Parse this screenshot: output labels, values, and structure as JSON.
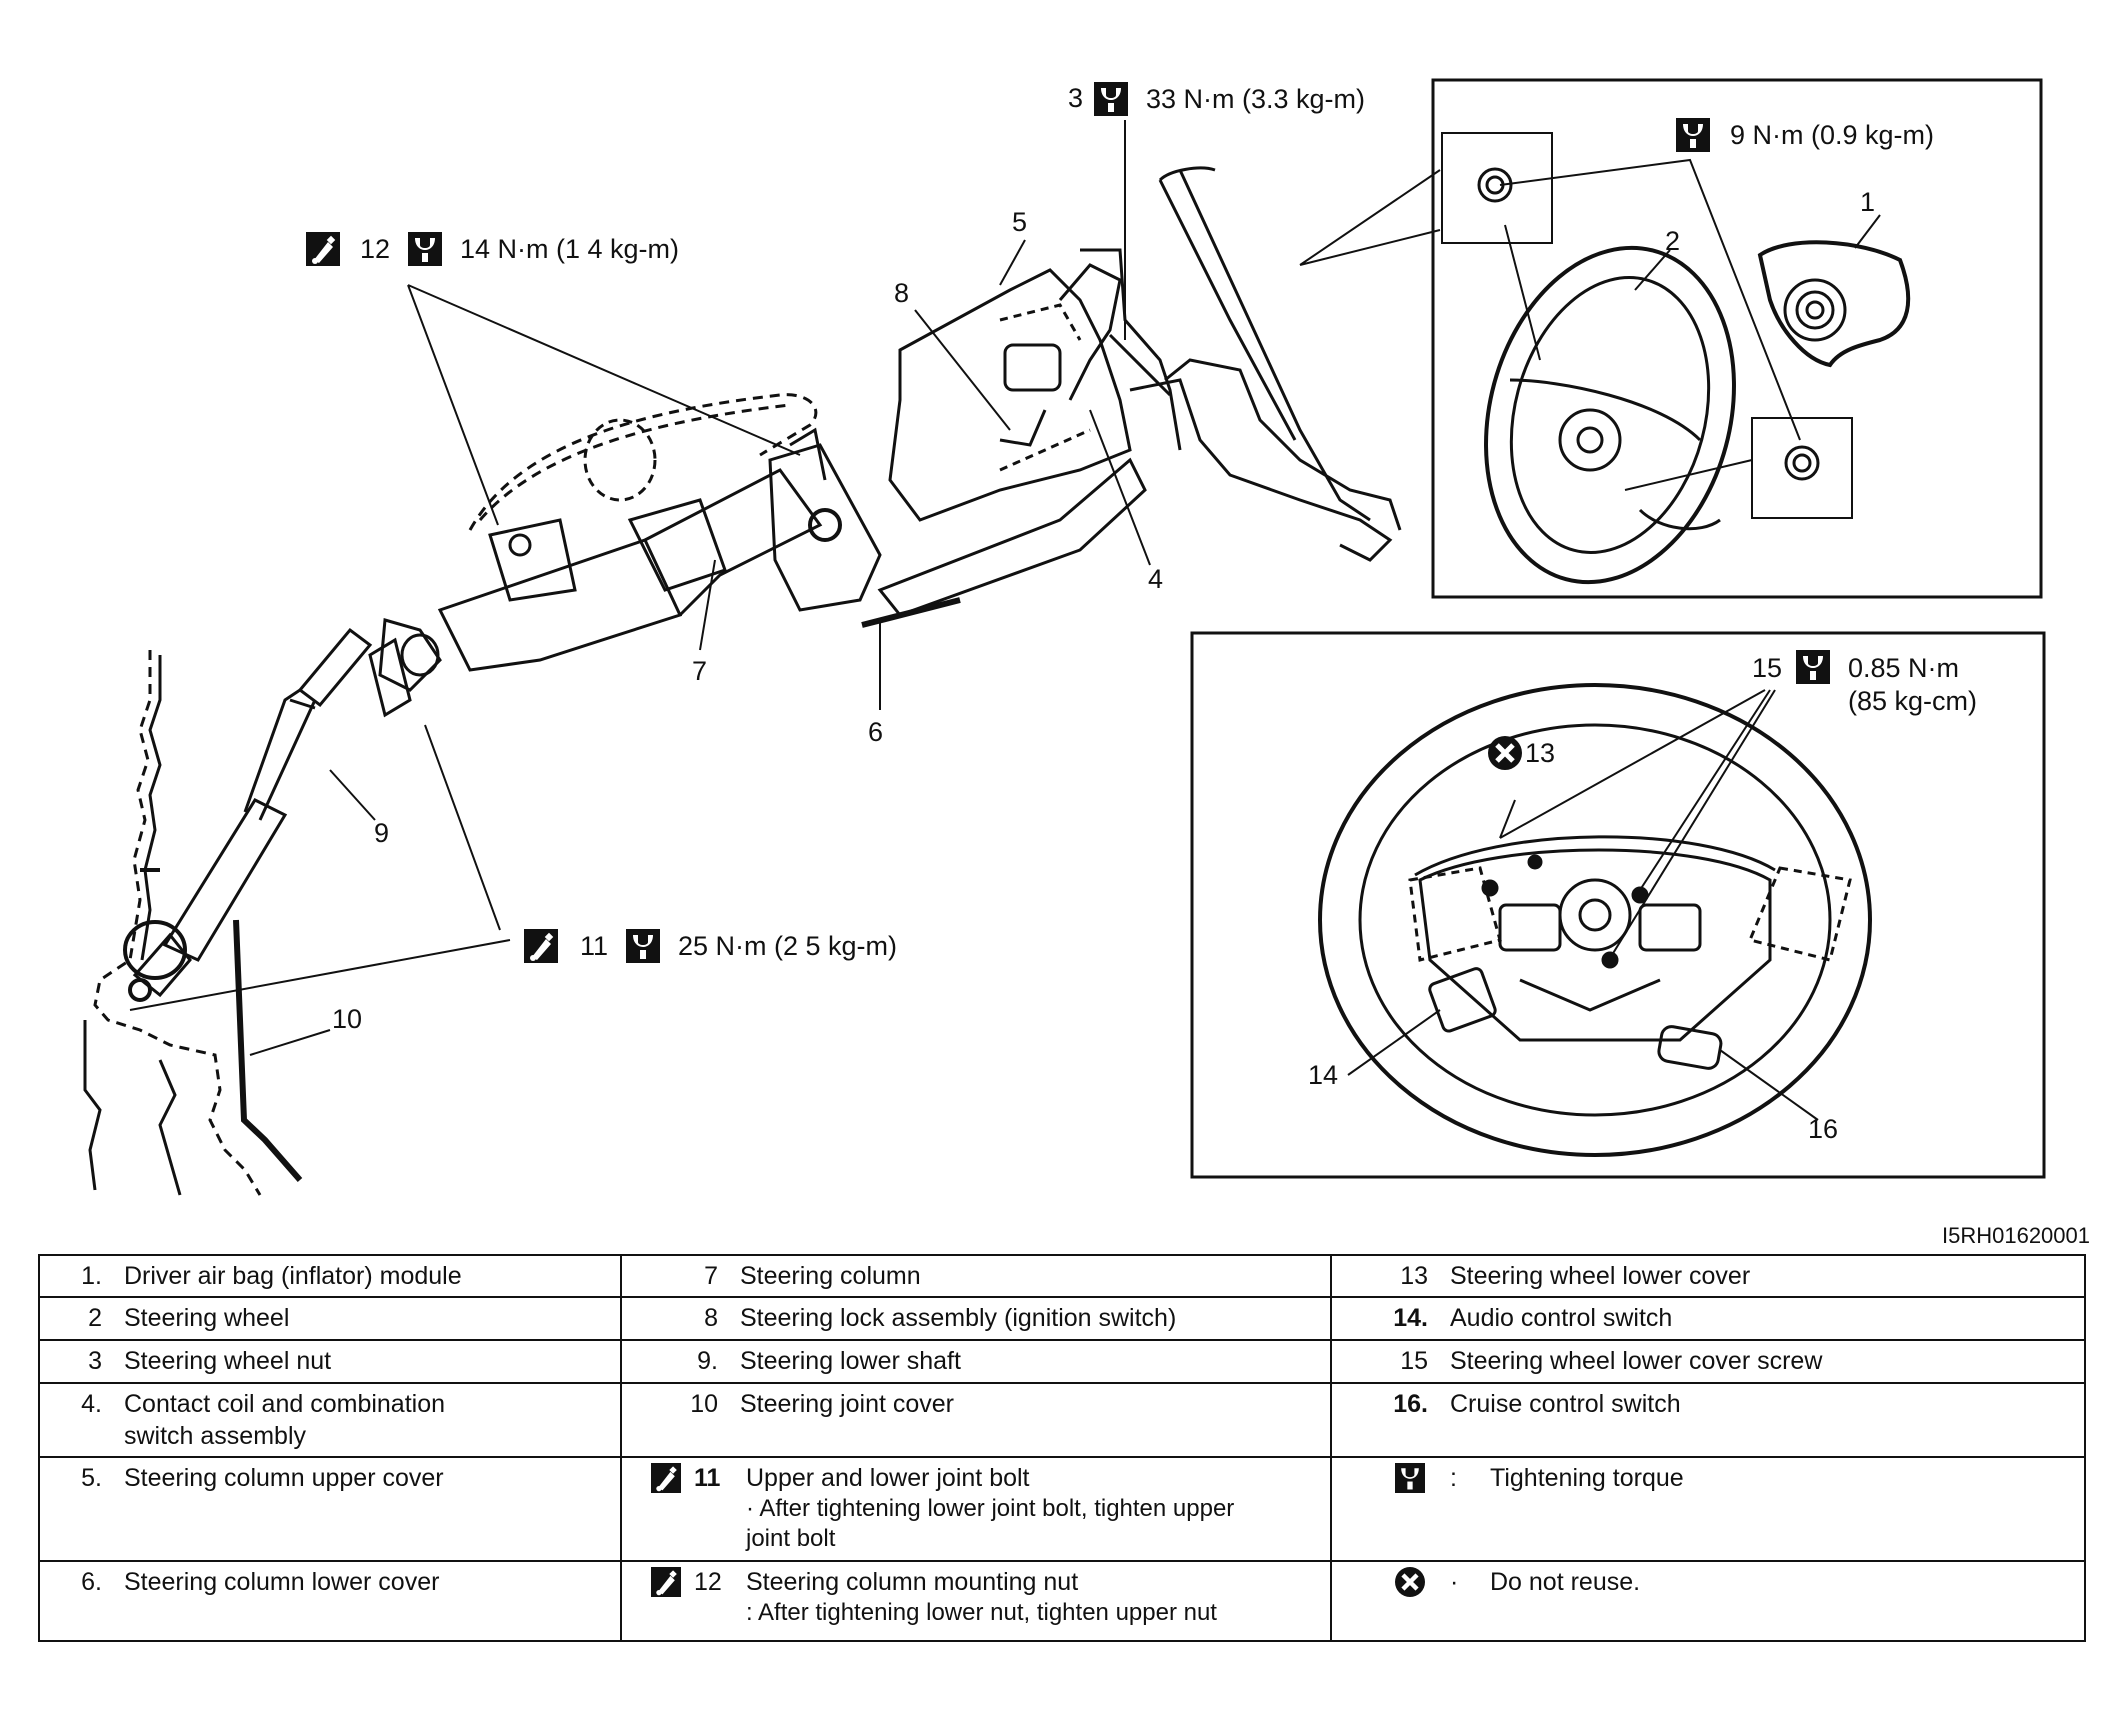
{
  "figure_id": "I5RH01620001",
  "callouts": {
    "c1": "1",
    "c2": "2",
    "c3": "3",
    "c4": "4",
    "c5": "5",
    "c6": "6",
    "c7": "7",
    "c8": "8",
    "c9": "9",
    "c10": "10",
    "c11": "11",
    "c12": "12",
    "c13": "13",
    "c14": "14",
    "c15": "15",
    "c16": "16"
  },
  "torques": {
    "nut3": "33 N·m (3.3 kg-m)",
    "bolt12": "14 N·m (1 4 kg-m)",
    "bolt11": "25 N·m (2 5 kg-m)",
    "airbag": "9 N·m (0.9 kg-m)",
    "screw15_line1": "0.85 N·m",
    "screw15_line2": "(85 kg-cm)"
  },
  "icons": {
    "torque": "torque-wrench-icon",
    "reuse": "do-not-reuse-icon",
    "apply": "apply-thread-lock-icon"
  },
  "legend": {
    "col1": [
      {
        "num": "1.",
        "text": "Driver air bag (inflator) module"
      },
      {
        "num": "2",
        "text": "Steering wheel"
      },
      {
        "num": "3",
        "text": "Steering wheel nut"
      },
      {
        "num": "4.",
        "text": "Contact coil and combination",
        "text2": "switch assembly"
      },
      {
        "num": "5.",
        "text": "Steering column upper cover"
      },
      {
        "num": "6.",
        "text": "Steering column lower cover"
      }
    ],
    "col2": [
      {
        "num": "7",
        "text": "Steering column"
      },
      {
        "num": "8",
        "text": "Steering lock assembly (ignition switch)"
      },
      {
        "num": "9.",
        "text": "Steering lower shaft"
      },
      {
        "num": "10",
        "text": "Steering joint cover"
      },
      {
        "num": "11",
        "text": "Upper and lower joint bolt",
        "note": "· After tightening lower joint bolt, tighten upper",
        "note2": "joint bolt"
      },
      {
        "num": "12",
        "text": "Steering column mounting nut",
        "note": ": After tightening lower nut, tighten upper nut"
      }
    ],
    "col3": [
      {
        "num": "13",
        "text": "Steering wheel lower cover"
      },
      {
        "num": "14.",
        "text": "Audio control switch"
      },
      {
        "num": "15",
        "text": "Steering wheel lower cover screw"
      },
      {
        "num": "16.",
        "text": "Cruise control switch"
      },
      {
        "sep": ":",
        "text": "Tightening torque"
      },
      {
        "sep": "·",
        "text": "Do not reuse."
      }
    ]
  }
}
